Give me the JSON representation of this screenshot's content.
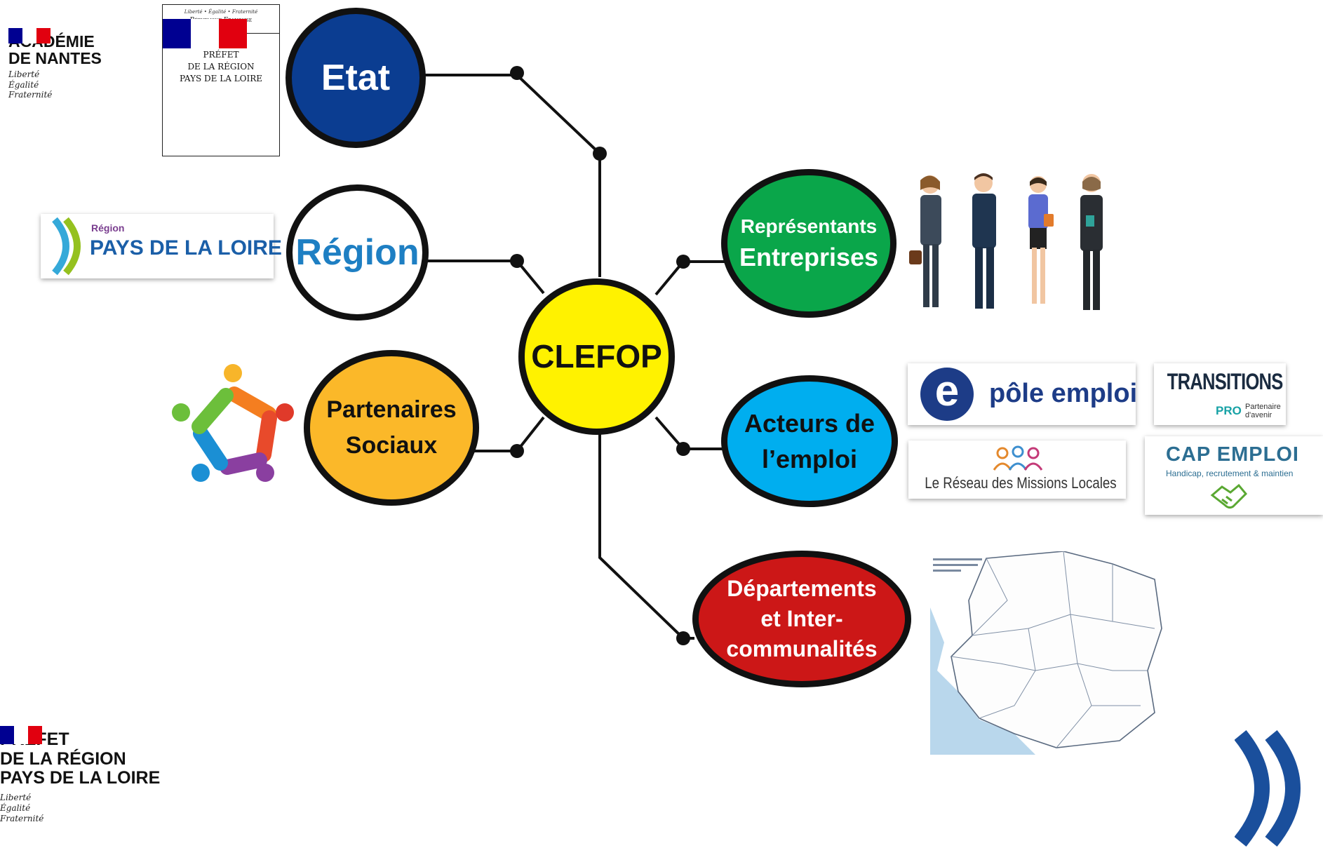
{
  "central": {
    "label": "CLEFOP",
    "color": "#fff200"
  },
  "nodes": {
    "etat": {
      "label": "Etat",
      "color": "#0b3d91",
      "text_color": "#ffffff"
    },
    "region": {
      "label": "Région",
      "color": "#ffffff",
      "text_color": "#1e7fc3"
    },
    "partenaires": {
      "line1": "Partenaires",
      "line2": "Sociaux",
      "color": "#fbb829",
      "text_color": "#111111"
    },
    "representants": {
      "line1": "Représentants",
      "line2": "Entreprises",
      "color": "#0aa64a",
      "text_color": "#ffffff"
    },
    "acteurs": {
      "line1": "Acteurs de",
      "line2": "l’emploi",
      "color": "#00aeef",
      "text_color": "#111111"
    },
    "departements": {
      "line1": "Départements",
      "line2": "et Inter-",
      "line3": "communalités",
      "color": "#cc1717",
      "text_color": "#ffffff"
    }
  },
  "logos": {
    "academie": {
      "line1": "ACADÉMIE",
      "line2": "DE NANTES",
      "motto1": "Liberté",
      "motto2": "Égalité",
      "motto3": "Fraternité"
    },
    "prefet_box": {
      "motto": "Liberté • Égalité • Fraternité",
      "republique": "République Française",
      "line1": "PRÉFET",
      "line2": "DE LA RÉGION",
      "line3": "PAYS DE LA LOIRE"
    },
    "region_pdl": {
      "small": "Région",
      "big": "PAYS DE LA LOIRE"
    },
    "pole_emploi": {
      "letter": "e",
      "text": "pôle emploi"
    },
    "transitions": {
      "text": "TRANSITIONS",
      "pro": "PRO",
      "partner1": "Partenaire",
      "partner2": "d'avenir"
    },
    "missions_locales": {
      "text": "Le Réseau des Missions Locales"
    },
    "cap_emploi": {
      "text": "CAP EMPLOI",
      "tagline": "Handicap, recrutement & maintien"
    },
    "prefet_bottom": {
      "line1": "PRÉFET",
      "line2": "DE LA RÉGION",
      "line3": "PAYS DE LA LOIRE",
      "motto1": "Liberté",
      "motto2": "Égalité",
      "motto3": "Fraternité"
    }
  },
  "colors": {
    "france_blue": "#000091",
    "france_red": "#e1000f",
    "line": "#111111"
  }
}
